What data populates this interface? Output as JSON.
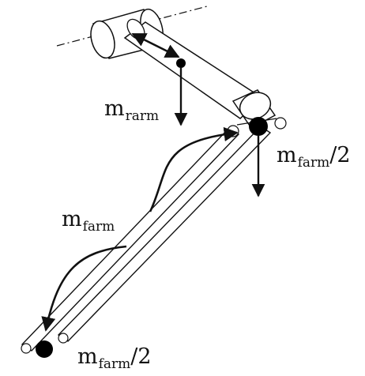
{
  "labels": {
    "upper_arm_mass": {
      "symbol": "m",
      "sub": "rarm",
      "suffix": ""
    },
    "forearm_mass_half_top": {
      "symbol": "m",
      "sub": "farm",
      "suffix": "/2"
    },
    "forearm_mass": {
      "symbol": "m",
      "sub": "farm",
      "suffix": ""
    },
    "forearm_mass_half_bottom": {
      "symbol": "m",
      "sub": "farm",
      "suffix": "/2"
    }
  },
  "colors": {
    "line": "#111111",
    "fill": "#ffffff",
    "mass_dot": "#000000"
  }
}
